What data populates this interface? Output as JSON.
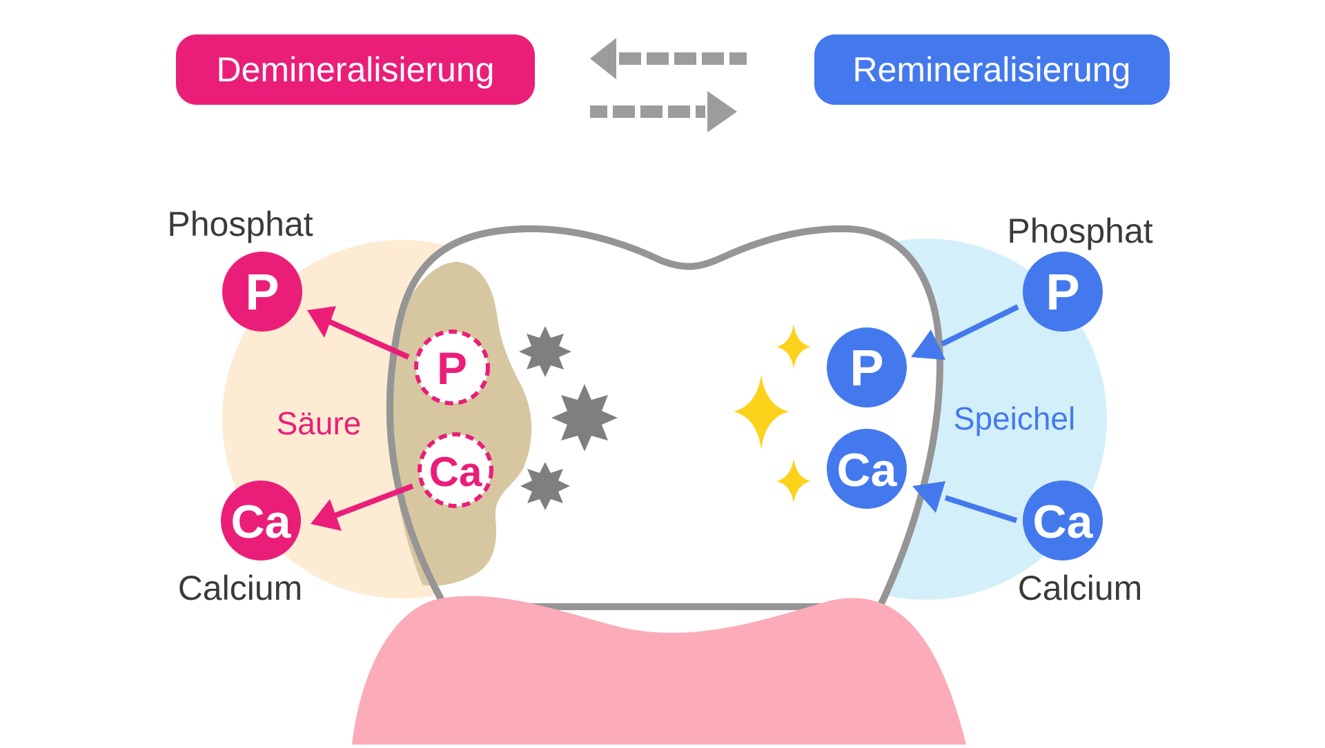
{
  "header": {
    "demineralization_label": "Demineralisierung",
    "remineralization_label": "Remineralisierung"
  },
  "left_side": {
    "phosphate_caption": "Phosphat",
    "calcium_caption": "Calcium",
    "medium_label": "Säure",
    "ion_p": "P",
    "ion_ca": "Ca",
    "enamel_ion_p": "P",
    "enamel_ion_ca": "Ca"
  },
  "right_side": {
    "phosphate_caption": "Phosphat",
    "calcium_caption": "Calcium",
    "medium_label": "Speichel",
    "ion_p": "P",
    "ion_ca": "Ca",
    "enamel_ion_p": "P",
    "enamel_ion_ca": "Ca"
  },
  "colors": {
    "demineralization": "#ea1e78",
    "remineralization": "#4479ee",
    "acid_background": "#fdebd3",
    "saliva_background": "#d3f0fa",
    "decay_area": "#d6c7a1",
    "tooth_outline": "#959595",
    "gum": "#fcabb8",
    "damage_stars": "#7f7f7f",
    "sparkles": "#fdd21a",
    "process_arrows": "#9c9c9c"
  },
  "icons": {
    "left_arrow": "dashed-arrow-left",
    "right_arrow": "dashed-arrow-right",
    "damage": "spiky-star",
    "shine": "four-point-sparkle"
  }
}
